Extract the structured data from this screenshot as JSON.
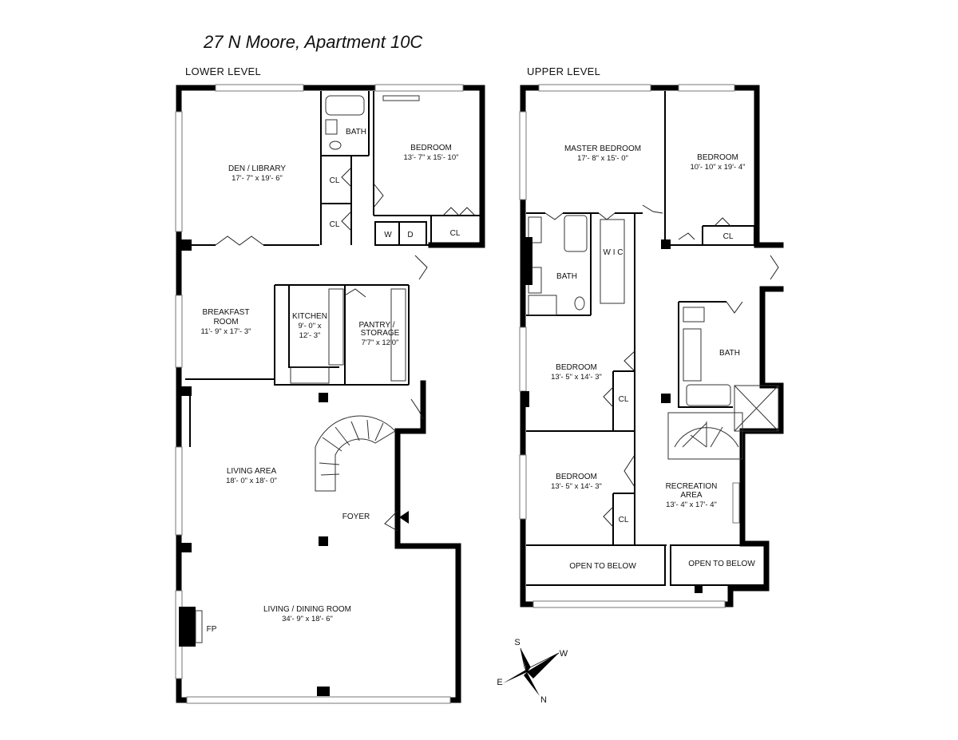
{
  "title": "27 N Moore, Apartment 10C",
  "levels": {
    "lower": "LOWER LEVEL",
    "upper": "UPPER LEVEL"
  },
  "lower_rooms": {
    "den": {
      "name": "DEN / LIBRARY",
      "dims": "17'- 7\" x 19'- 6\""
    },
    "bath": {
      "name": "BATH"
    },
    "bedroom": {
      "name": "BEDROOM",
      "dims": "13'- 7\" x 15'- 10\""
    },
    "cl1": {
      "name": "CL"
    },
    "cl2": {
      "name": "CL"
    },
    "cl3": {
      "name": "CL"
    },
    "washer": {
      "name": "W"
    },
    "dryer": {
      "name": "D"
    },
    "breakfast": {
      "name_line1": "BREAKFAST",
      "name_line2": "ROOM",
      "dims": "11'- 9\" x 17'- 3\""
    },
    "kitchen": {
      "name": "KITCHEN",
      "dims_line1": "9'- 0\" x",
      "dims_line2": "12'- 3\""
    },
    "pantry": {
      "name_line1": "PANTRY /",
      "name_line2": "STORAGE",
      "dims": "7'7\" x 12'0\""
    },
    "living_area": {
      "name": "LIVING AREA",
      "dims": "18'- 0\" x 18'- 0\""
    },
    "foyer": {
      "name": "FOYER"
    },
    "living_dining": {
      "name": "LIVING / DINING ROOM",
      "dims": "34'- 9\" x 18'- 6\""
    },
    "fp": {
      "name": "FP"
    }
  },
  "upper_rooms": {
    "master": {
      "name": "MASTER BEDROOM",
      "dims": "17'- 8\" x 15'- 0\""
    },
    "bedroom1": {
      "name": "BEDROOM",
      "dims": "10'- 10\" x 19'- 4\""
    },
    "cl_a": {
      "name": "CL"
    },
    "wic": {
      "name": "W I C"
    },
    "bath1": {
      "name": "BATH"
    },
    "bath2": {
      "name": "BATH"
    },
    "bedroom2": {
      "name": "BEDROOM",
      "dims": "13'- 5\" x 14'- 3\""
    },
    "cl_b": {
      "name": "CL"
    },
    "bedroom3": {
      "name": "BEDROOM",
      "dims": "13'- 5\" x 14'- 3\""
    },
    "cl_c": {
      "name": "CL"
    },
    "recreation": {
      "name_line1": "RECREATION",
      "name_line2": "AREA",
      "dims": "13'- 4\" x 17'- 4\""
    },
    "open1": {
      "name": "OPEN TO BELOW"
    },
    "open2": {
      "name": "OPEN TO BELOW"
    }
  },
  "compass": {
    "n": "N",
    "s": "S",
    "e": "E",
    "w": "W"
  }
}
